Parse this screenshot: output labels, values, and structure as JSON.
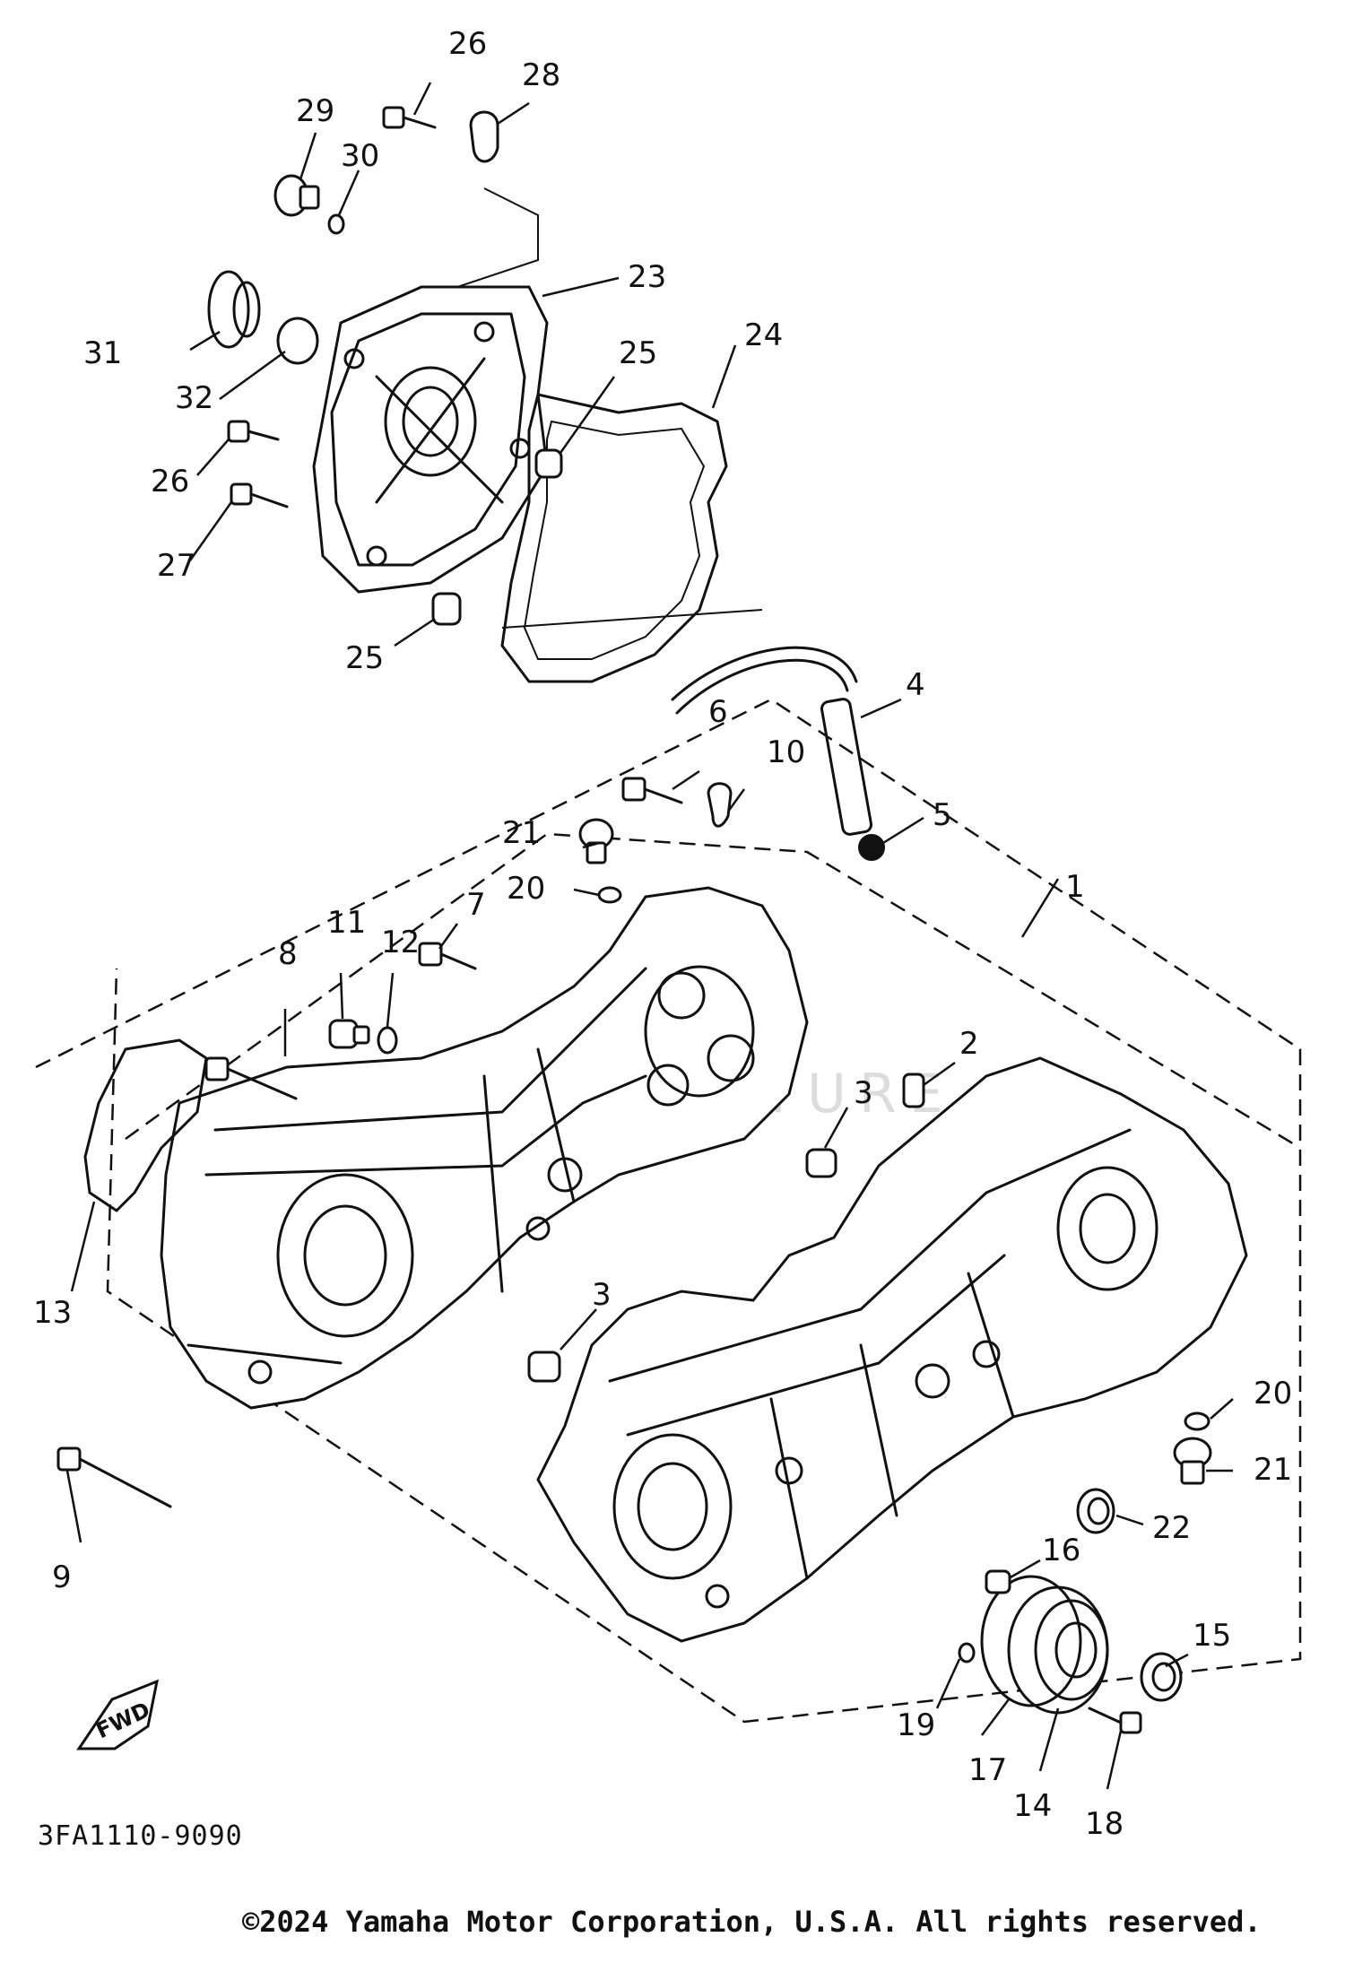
{
  "diagram": {
    "part_code": "3FA1110-9090",
    "copyright": "©2024 Yamaha Motor Corporation, U.S.A. All rights reserved.",
    "fwd_label": "FWD",
    "callouts": {
      "c1": "1",
      "c2": "2",
      "c3a": "3",
      "c3b": "3",
      "c4": "4",
      "c5": "5",
      "c6": "6",
      "c7": "7",
      "c8": "8",
      "c9": "9",
      "c10": "10",
      "c11": "11",
      "c12": "12",
      "c13": "13",
      "c14": "14",
      "c15": "15",
      "c16": "16",
      "c17": "17",
      "c18": "18",
      "c19": "19",
      "c20a": "20",
      "c20b": "20",
      "c21a": "21",
      "c21b": "21",
      "c22": "22",
      "c23": "23",
      "c24": "24",
      "c25a": "25",
      "c25b": "25",
      "c26a": "26",
      "c26b": "26",
      "c27": "27",
      "c28": "28",
      "c29": "29",
      "c30": "30",
      "c31": "31",
      "c32": "32"
    }
  }
}
